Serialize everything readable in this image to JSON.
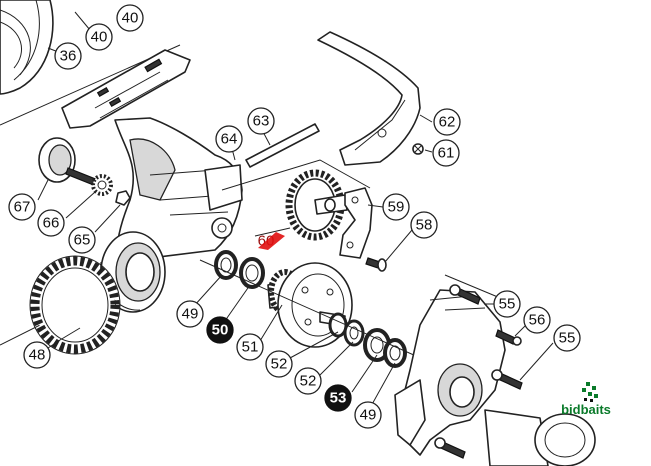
{
  "callouts": [
    {
      "num": "40"
    },
    {
      "num": "40"
    },
    {
      "num": "36"
    },
    {
      "num": "64"
    },
    {
      "num": "63"
    },
    {
      "num": "62"
    },
    {
      "num": "61"
    },
    {
      "num": "67"
    },
    {
      "num": "66"
    },
    {
      "num": "65"
    },
    {
      "num": "60"
    },
    {
      "num": "59"
    },
    {
      "num": "58"
    },
    {
      "num": "48"
    },
    {
      "num": "49"
    },
    {
      "num": "50"
    },
    {
      "num": "51"
    },
    {
      "num": "52"
    },
    {
      "num": "52"
    },
    {
      "num": "53"
    },
    {
      "num": "49"
    },
    {
      "num": "55"
    },
    {
      "num": "56"
    },
    {
      "num": "55"
    }
  ],
  "watermark": {
    "brand": "bidbaits",
    "brand_color": "#0a7a2a",
    "marker_color": "#e01010"
  }
}
